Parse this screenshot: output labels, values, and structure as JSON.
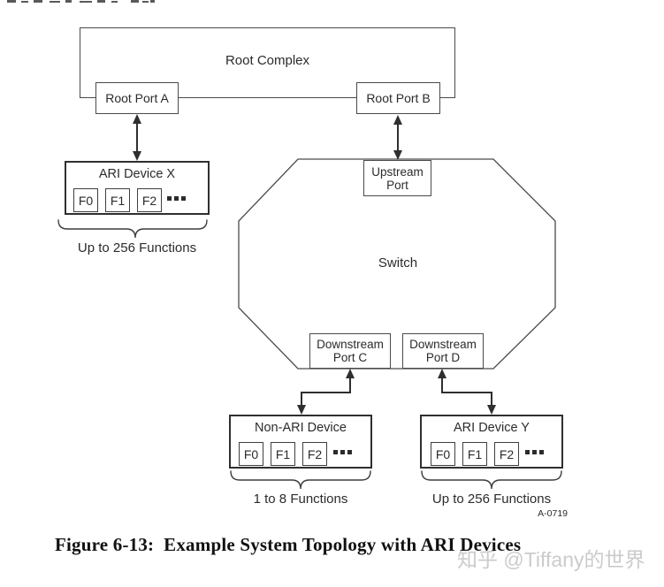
{
  "figure": {
    "caption": "Figure 6-13:  Example System Topology with ARI Devices",
    "drawing_number": "A-0719",
    "watermark": "知乎 @Tiffany的世界"
  },
  "diagram": {
    "root_complex": {
      "label": "Root Complex"
    },
    "root_port_a": {
      "label": "Root Port A"
    },
    "root_port_b": {
      "label": "Root Port B"
    },
    "switch": {
      "label": "Switch"
    },
    "upstream_port": {
      "line1": "Upstream",
      "line2": "Port"
    },
    "downstream_port_c": {
      "line1": "Downstream",
      "line2": "Port C"
    },
    "downstream_port_d": {
      "line1": "Downstream",
      "line2": "Port D"
    },
    "ari_device_x": {
      "label": "ARI Device X",
      "functions": [
        "F0",
        "F1",
        "F2"
      ],
      "note": "Up to 256 Functions"
    },
    "non_ari_device": {
      "label": "Non-ARI Device",
      "functions": [
        "F0",
        "F1",
        "F2"
      ],
      "note": "1 to 8 Functions"
    },
    "ari_device_y": {
      "label": "ARI Device Y",
      "functions": [
        "F0",
        "F1",
        "F2"
      ],
      "note": "Up to 256 Functions"
    }
  },
  "colors": {
    "line": "#3d3d3d",
    "text": "#2b2b2b",
    "watermark": "#c9c9c9",
    "background": "#ffffff"
  }
}
